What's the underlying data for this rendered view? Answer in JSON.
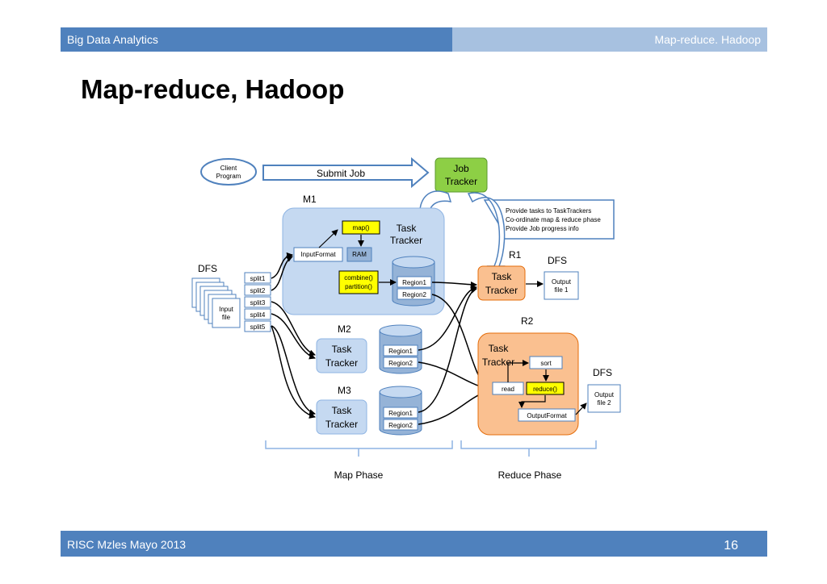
{
  "header": {
    "section": "Big Data Analytics",
    "topic": "Map-reduce. Hadoop"
  },
  "slide": {
    "title": "Map-reduce, Hadoop"
  },
  "footer": {
    "text": "RISC Mzles Mayo 2013",
    "page": "16"
  },
  "diagram": {
    "client_program": "Client Program",
    "client_program_l1": "Client",
    "client_program_l2": "Program",
    "submit_job": "Submit Job",
    "job_tracker_l1": "Job",
    "job_tracker_l2": "Tracker",
    "jt_notes": [
      "Provide tasks to TaskTrackers",
      "Co-ordinate map & reduce phase",
      "Provide Job progress info"
    ],
    "m1": "M1",
    "m2": "M2",
    "m3": "M3",
    "r1": "R1",
    "r2": "R2",
    "task": "Task",
    "tracker": "Tracker",
    "dfs": "DFS",
    "input_file_l1": "Input",
    "input_file_l2": "file",
    "splits": [
      "split1",
      "split2",
      "split3",
      "split4",
      "split5"
    ],
    "input_format": "InputFormat",
    "map_fn": "map()",
    "ram": "RAM",
    "combine": "combine()",
    "partition": "partition()",
    "region1": "Region1",
    "region2": "Region2",
    "output_file1_l1": "Output",
    "output_file1_l2": "file 1",
    "output_file2_l1": "Output",
    "output_file2_l2": "file 2",
    "sort": "sort",
    "read": "read",
    "reduce_fn": "reduce()",
    "output_format": "OutputFormat",
    "map_phase": "Map Phase",
    "reduce_phase": "Reduce Phase"
  }
}
